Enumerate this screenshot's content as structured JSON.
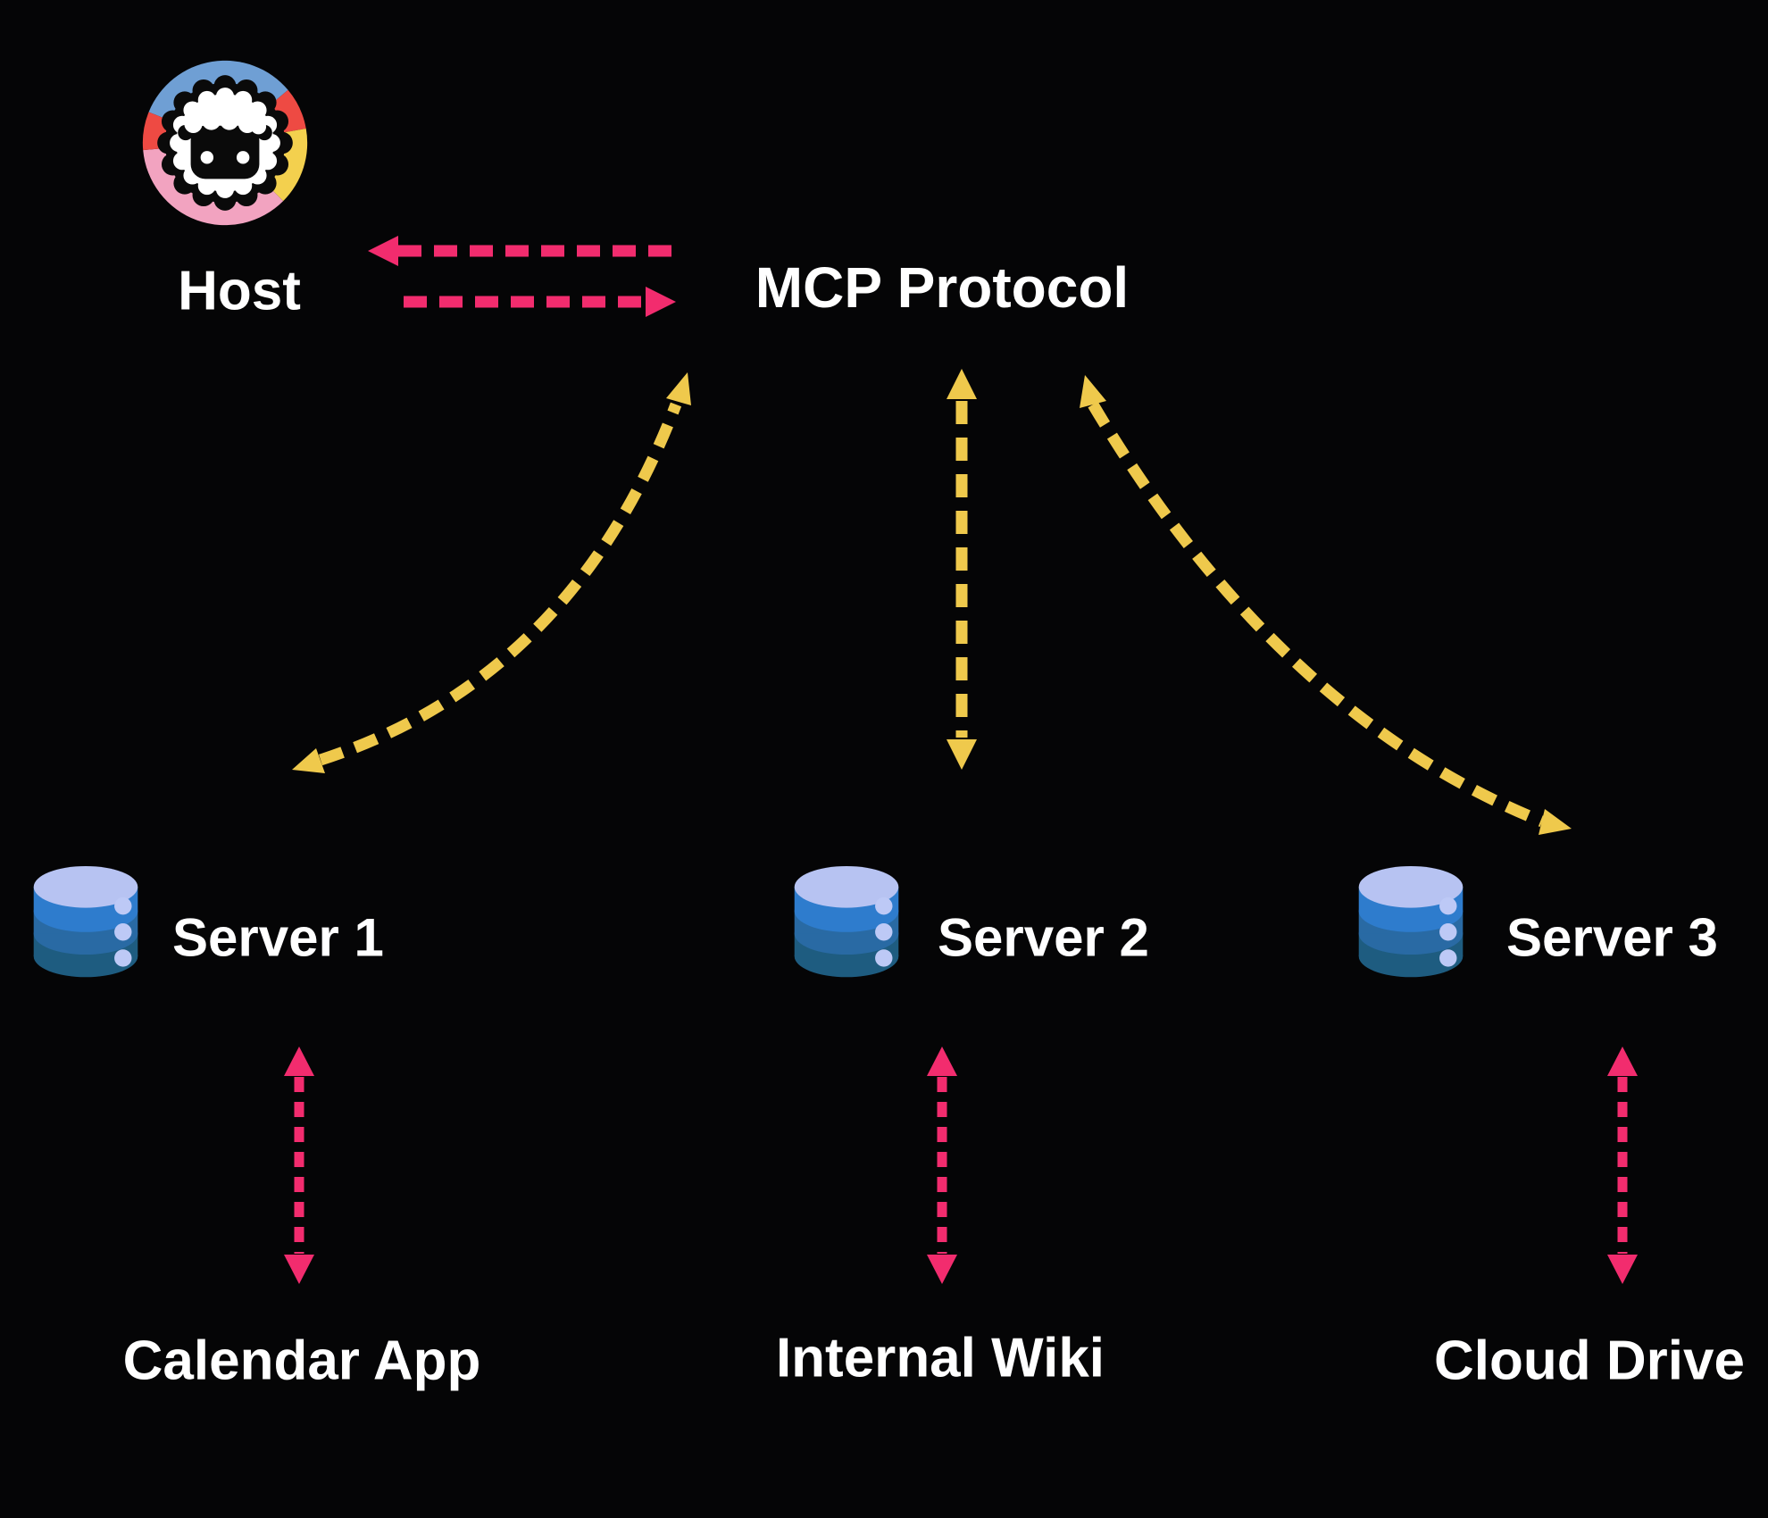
{
  "host": {
    "label": "Host"
  },
  "protocol": {
    "label": "MCP Protocol"
  },
  "servers": [
    {
      "label": "Server 1",
      "resource": "Calendar App"
    },
    {
      "label": "Server 2",
      "resource": "Internal Wiki"
    },
    {
      "label": "Server 3",
      "resource": "Cloud Drive"
    }
  ],
  "icons": {
    "host_logo": "sheep-mascot-logo",
    "server_icon": "database-icon",
    "host_protocol_link": "pink-dashed-bidirectional-arrows",
    "protocol_server_link": "yellow-dashed-bidirectional-arrow",
    "server_resource_link": "pink-dashed-bidirectional-arrow"
  },
  "colors": {
    "background": "#050506",
    "text": "#ffffff",
    "pink": "#f22c6e",
    "yellow": "#efc94c",
    "db_top": "#b7c3f2",
    "db_band1": "#2e7ccd",
    "db_band2": "#296aa4",
    "db_band3": "#1e5c80",
    "db_dot": "#bdc9f6",
    "logo_blue": "#6f9fd4",
    "logo_red": "#ee4a43",
    "logo_yellow": "#f3d04e",
    "logo_pink": "#f2a3c0"
  }
}
